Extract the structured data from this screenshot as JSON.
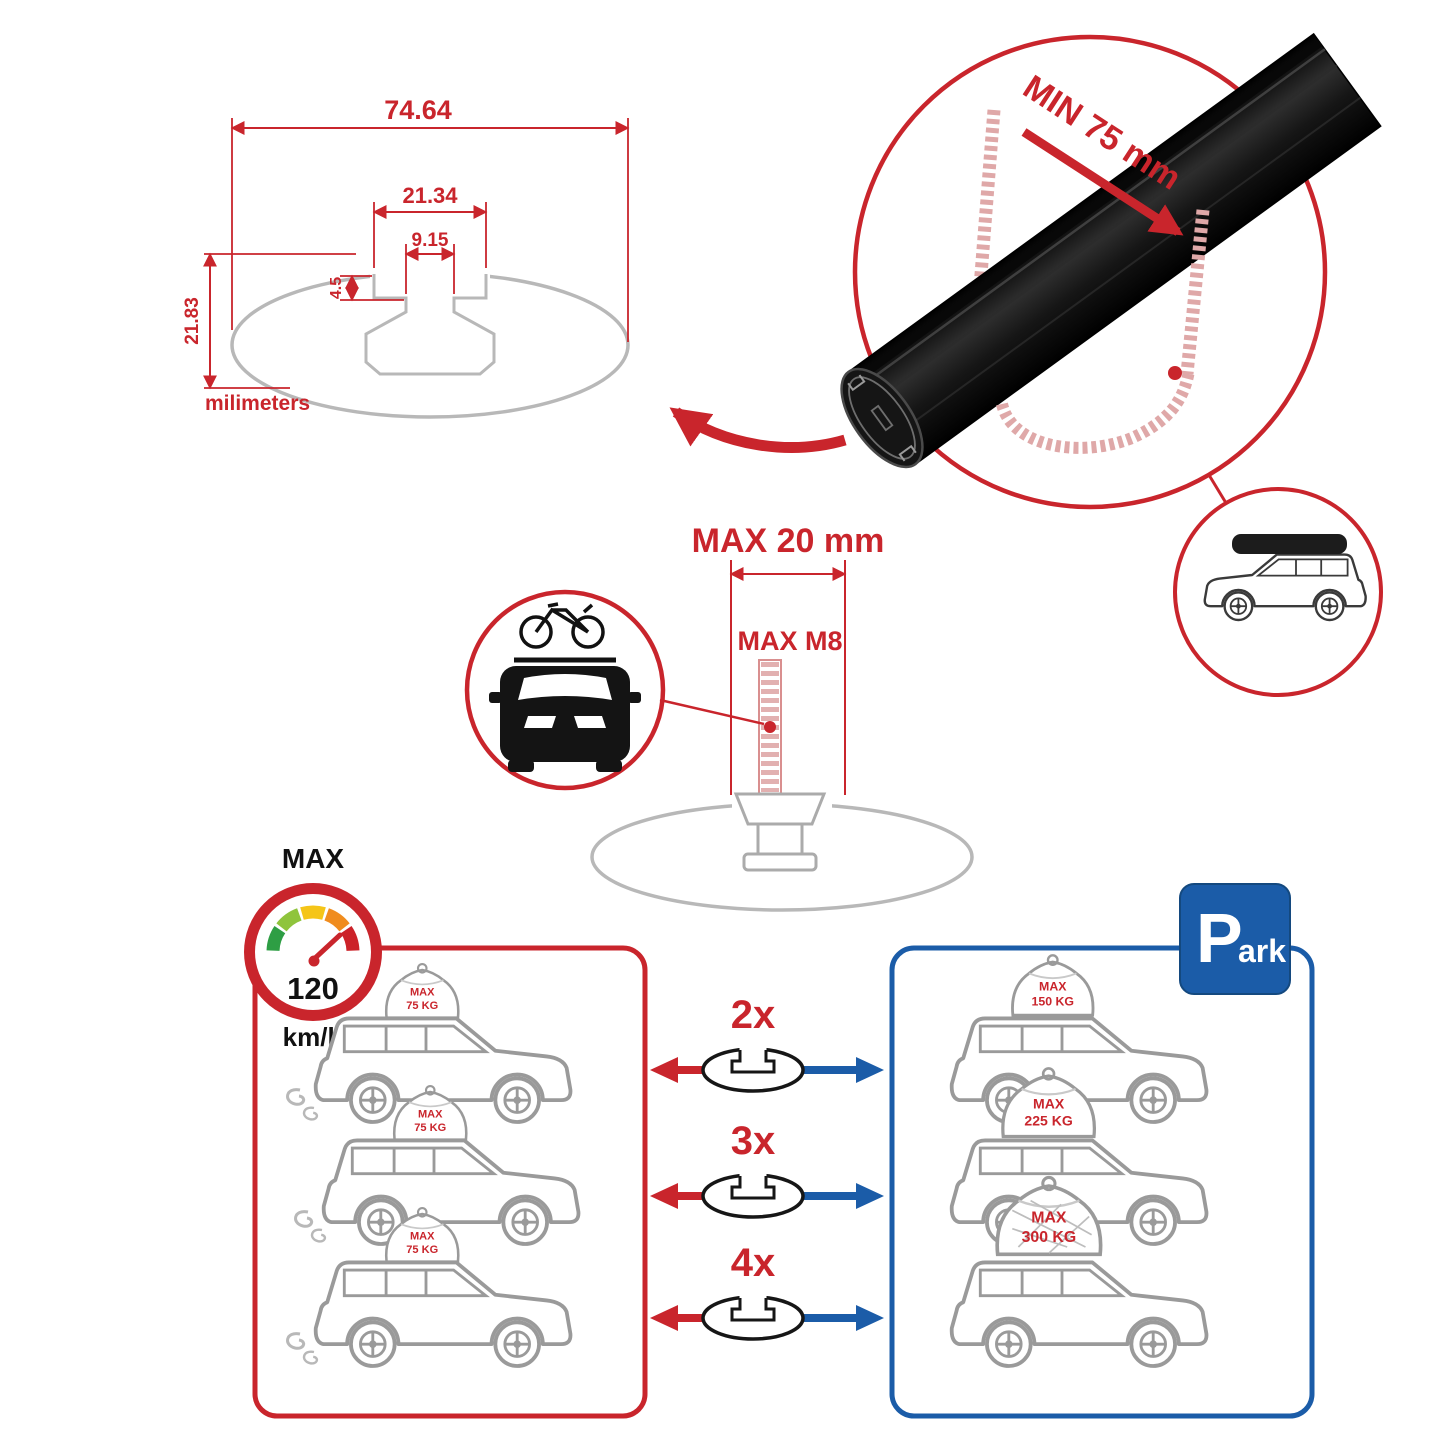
{
  "colors": {
    "accent_red": "#c9252c",
    "accent_blue": "#1b5ca8",
    "outline_gray": "#b8b8b8",
    "bar_black": "#111111"
  },
  "cross_section": {
    "total_width": "74.64",
    "slot_outer_width": "21.34",
    "slot_inner_width": "9.15",
    "lip_depth": "4.5",
    "total_height": "21.83",
    "unit_label": "milimeters"
  },
  "clamp": {
    "min_label": "MIN 75 mm"
  },
  "bolt": {
    "width_label": "MAX 20 mm",
    "thread_label": "MAX M8"
  },
  "speed": {
    "title": "MAX",
    "value": "120",
    "unit": "km/h"
  },
  "park": {
    "initial": "P",
    "rest": "ark"
  },
  "left_panel": {
    "loads": [
      {
        "l1": "MAX",
        "l2": "75 KG"
      },
      {
        "l1": "MAX",
        "l2": "75 KG"
      },
      {
        "l1": "MAX",
        "l2": "75 KG"
      }
    ]
  },
  "right_panel": {
    "loads": [
      {
        "l1": "MAX",
        "l2": "150 KG"
      },
      {
        "l1": "MAX",
        "l2": "225 KG"
      },
      {
        "l1": "MAX",
        "l2": "300 KG"
      }
    ]
  },
  "multipliers": [
    "2x",
    "3x",
    "4x"
  ]
}
